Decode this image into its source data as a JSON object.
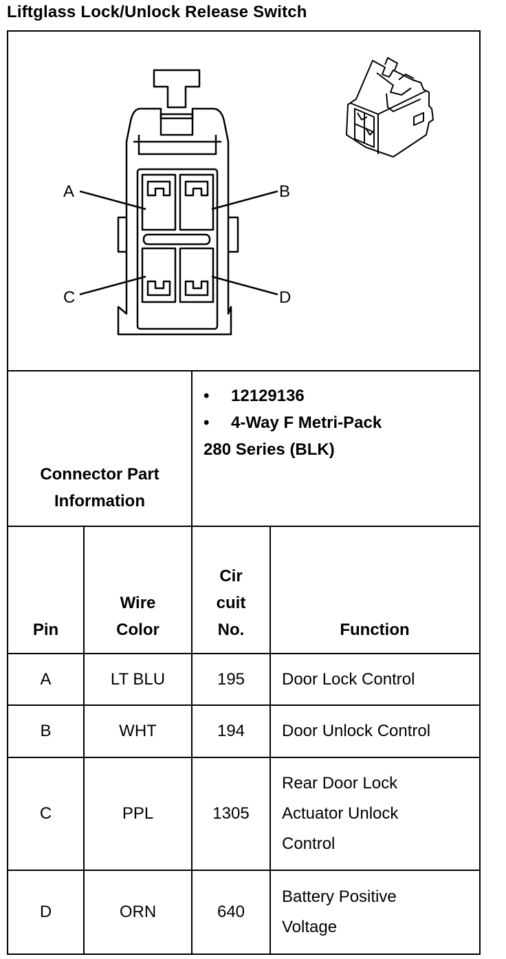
{
  "title": "Liftglass Lock/Unlock Release Switch",
  "diagram": {
    "pin_labels": [
      "A",
      "B",
      "C",
      "D"
    ]
  },
  "connector": {
    "label_line1": "Connector Part",
    "label_line2": "Information",
    "bullet": "•",
    "part_number": "12129136",
    "type_line1": "4-Way F Metri-Pack",
    "type_line2": "280 Series (BLK)"
  },
  "table": {
    "headers": {
      "pin": "Pin",
      "wire_color_1": "Wire",
      "wire_color_2": "Color",
      "circuit_1": "Cir",
      "circuit_2": "cuit",
      "circuit_3": "No.",
      "function": "Function"
    },
    "rows": [
      {
        "pin": "A",
        "color": "LT BLU",
        "circuit": "195",
        "function": [
          "Door Lock Control"
        ]
      },
      {
        "pin": "B",
        "color": "WHT",
        "circuit": "194",
        "function": [
          "Door Unlock Control"
        ]
      },
      {
        "pin": "C",
        "color": "PPL",
        "circuit": "1305",
        "function": [
          "Rear Door Lock",
          "Actuator Unlock",
          "Control"
        ]
      },
      {
        "pin": "D",
        "color": "ORN",
        "circuit": "640",
        "function": [
          "Battery Positive",
          "Voltage"
        ]
      }
    ]
  }
}
